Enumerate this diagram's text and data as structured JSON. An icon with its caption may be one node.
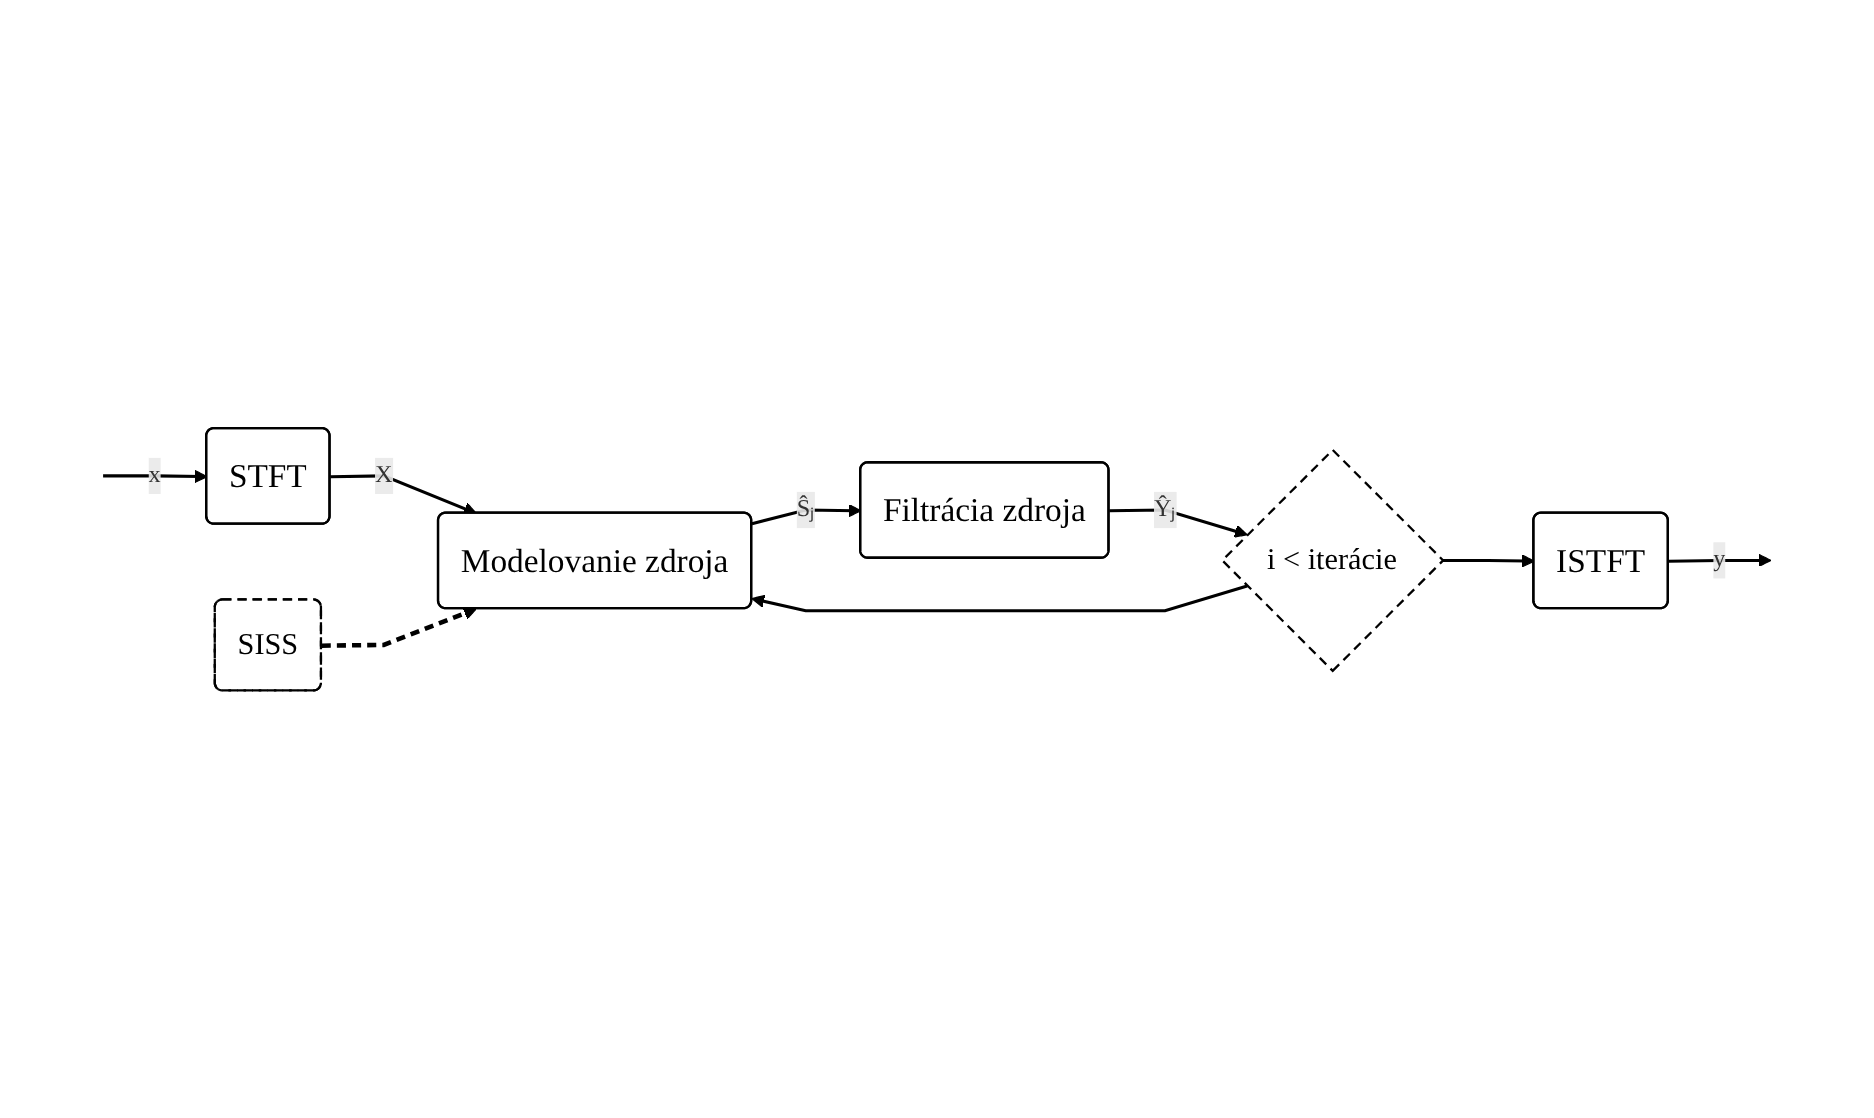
{
  "diagram": {
    "nodes": [
      {
        "text": [
          "SISS"
        ]
      },
      {
        "text": [
          "STFT"
        ]
      },
      {
        "text": [
          "Modelovanie zdroja"
        ]
      },
      {
        "text": [
          "Filtrácia zdroja"
        ]
      },
      {
        "text": [
          "i < iterácie"
        ]
      },
      {
        "text": [
          "ISTFT"
        ]
      }
    ],
    "edges": [
      {
        "from": null,
        "to": 1,
        "arrow": "to",
        "label": "x"
      },
      {
        "from": 1,
        "to": 2,
        "arrow": "to",
        "label": "X"
      },
      {
        "from": 0,
        "to": 2,
        "arrow": "to",
        "style": "dashed"
      },
      {
        "from": 2,
        "to": 3,
        "arrow": "to",
        "label": "Ŝⱼ"
      },
      {
        "from": 3,
        "to": 4,
        "arrow": "to",
        "label": "Ŷⱼ"
      },
      {
        "from": 4,
        "to": 2,
        "arrow": "to"
      },
      {
        "from": 4,
        "to": 5,
        "arrow": "to"
      },
      {
        "from": 5,
        "to": null,
        "arrow": "to",
        "label": "y"
      }
    ]
  }
}
